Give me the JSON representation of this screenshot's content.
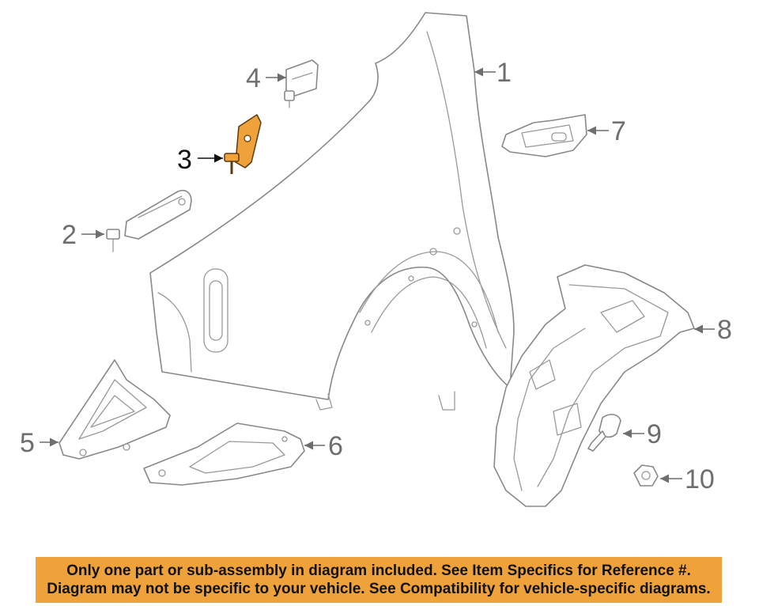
{
  "callouts": {
    "c1": "1",
    "c2": "2",
    "c3": "3",
    "c4": "4",
    "c5": "5",
    "c6": "6",
    "c7": "7",
    "c8": "8",
    "c9": "9",
    "c10": "10"
  },
  "highlighted_part": "3",
  "colors": {
    "highlight": "#f0a23a",
    "line": "#888888",
    "banner": "#f0a23a"
  },
  "notice": {
    "line1": "Only one part or sub-assembly in diagram included. See Item Specifics for Reference #.",
    "line2": "Diagram may not be specific to your vehicle. See Compatibility for vehicle-specific diagrams."
  }
}
